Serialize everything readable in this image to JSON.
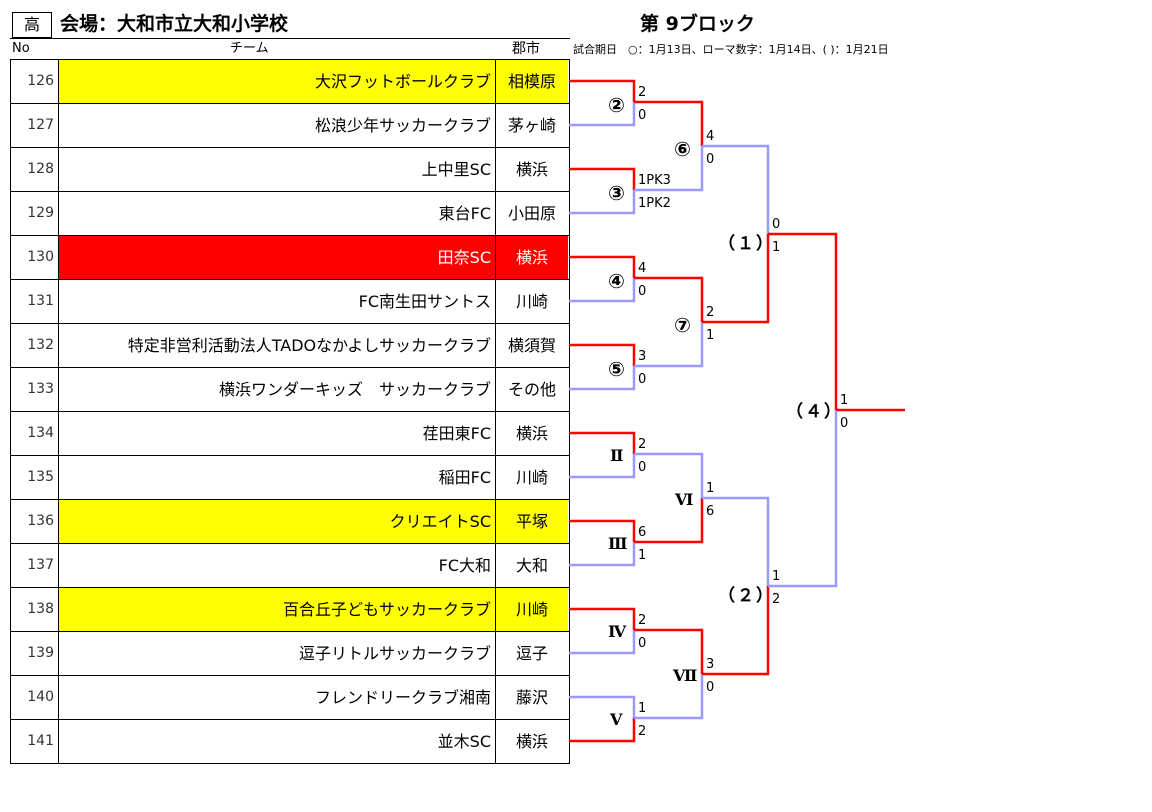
{
  "header": {
    "category": "高",
    "venue": "会場：大和市立大和小学校",
    "block": "第 9ブロック",
    "legend": "試合期日　○：1月13日、ローマ数字：1月14日、( )：1月21日",
    "col_no": "No",
    "col_team": "チーム",
    "col_city": "郡市"
  },
  "teams": [
    {
      "no": "126",
      "name": "大沢フットボールクラブ",
      "city": "相模原",
      "highlight": "yellow"
    },
    {
      "no": "127",
      "name": "松浪少年サッカークラブ",
      "city": "茅ヶ崎",
      "highlight": ""
    },
    {
      "no": "128",
      "name": "上中里SC",
      "city": "横浜",
      "highlight": ""
    },
    {
      "no": "129",
      "name": "東台FC",
      "city": "小田原",
      "highlight": ""
    },
    {
      "no": "130",
      "name": "田奈SC",
      "city": "横浜",
      "highlight": "red"
    },
    {
      "no": "131",
      "name": "FC南生田サントス",
      "city": "川崎",
      "highlight": ""
    },
    {
      "no": "132",
      "name": "特定非営利活動法人TADOなかよしサッカークラブ",
      "city": "横須賀",
      "highlight": ""
    },
    {
      "no": "133",
      "name": "横浜ワンダーキッズ　サッカークラブ",
      "city": "その他",
      "highlight": ""
    },
    {
      "no": "134",
      "name": "荏田東FC",
      "city": "横浜",
      "highlight": ""
    },
    {
      "no": "135",
      "name": "稲田FC",
      "city": "川崎",
      "highlight": ""
    },
    {
      "no": "136",
      "name": "クリエイトSC",
      "city": "平塚",
      "highlight": "yellow"
    },
    {
      "no": "137",
      "name": "FC大和",
      "city": "大和",
      "highlight": ""
    },
    {
      "no": "138",
      "name": "百合丘子どもサッカークラブ",
      "city": "川崎",
      "highlight": "yellow"
    },
    {
      "no": "139",
      "name": "逗子リトルサッカークラブ",
      "city": "逗子",
      "highlight": ""
    },
    {
      "no": "140",
      "name": "フレンドリークラブ湘南",
      "city": "藤沢",
      "highlight": ""
    },
    {
      "no": "141",
      "name": "並木SC",
      "city": "横浜",
      "highlight": ""
    }
  ],
  "matches": {
    "m2": {
      "label": "②",
      "top": "2",
      "bottom": "0"
    },
    "m3": {
      "label": "③",
      "top": "1PK3",
      "bottom": "1PK2"
    },
    "m4": {
      "label": "④",
      "top": "4",
      "bottom": "0"
    },
    "m5": {
      "label": "⑤",
      "top": "3",
      "bottom": "0"
    },
    "m6": {
      "label": "⑥",
      "top": "4",
      "bottom": "0"
    },
    "m7": {
      "label": "⑦",
      "top": "2",
      "bottom": "1"
    },
    "r2": {
      "label": "Ⅱ",
      "top": "2",
      "bottom": "0"
    },
    "r3": {
      "label": "Ⅲ",
      "top": "6",
      "bottom": "1"
    },
    "r4": {
      "label": "Ⅳ",
      "top": "2",
      "bottom": "0"
    },
    "r5": {
      "label": "Ⅴ",
      "top": "1",
      "bottom": "2"
    },
    "r6": {
      "label": "Ⅵ",
      "top": "1",
      "bottom": "6"
    },
    "r7": {
      "label": "Ⅶ",
      "top": "3",
      "bottom": "0"
    },
    "p1": {
      "label": "（１）",
      "top": "0",
      "bottom": "1"
    },
    "p2": {
      "label": "（２）",
      "top": "1",
      "bottom": "2"
    },
    "p4": {
      "label": "（４）",
      "top": "1",
      "bottom": "0"
    }
  },
  "colors": {
    "winner": "#ff0000",
    "loser": "#9999ff",
    "yellow": "#ffff00"
  }
}
